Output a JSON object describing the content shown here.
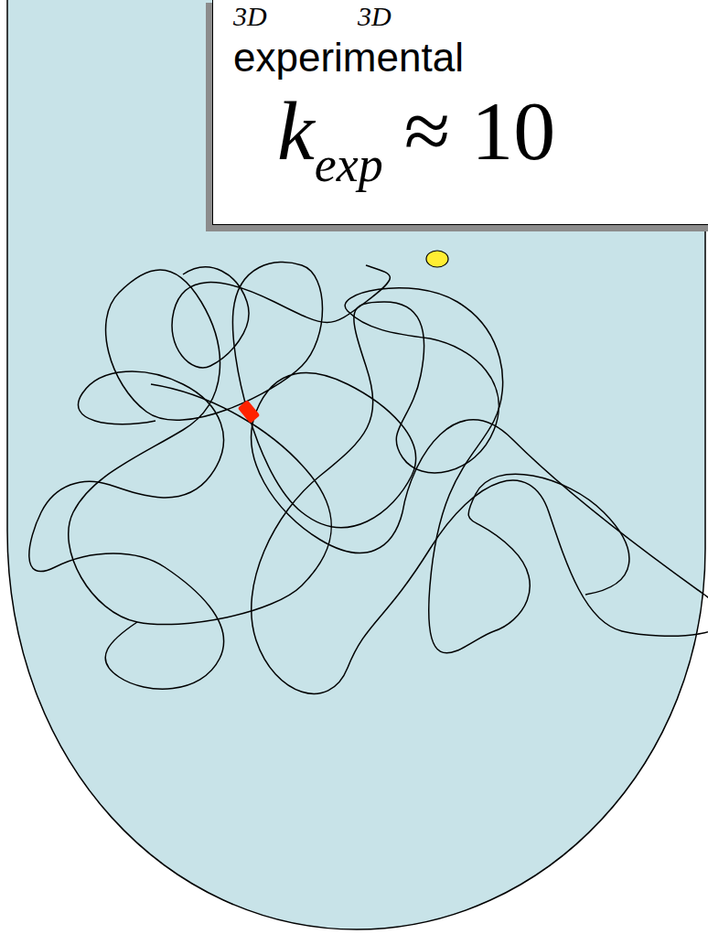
{
  "diagram": {
    "nodes": [
      {
        "text": [
          "3D",
          "3D",
          "experimental",
          "k",
          "exp",
          "≈ 10"
        ]
      }
    ]
  }
}
